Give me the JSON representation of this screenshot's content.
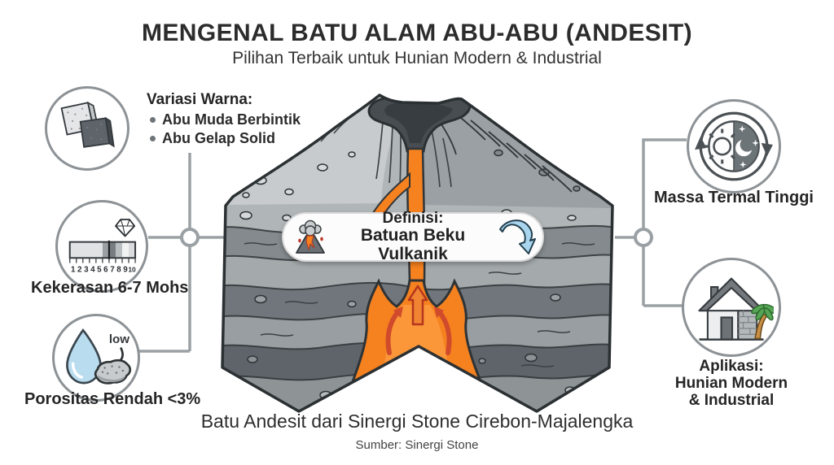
{
  "header": {
    "title": "MENGENAL BATU ALAM ABU-ABU (ANDESIT)",
    "subtitle": "Pilihan Terbaik untuk Hunian Modern & Industrial"
  },
  "callouts": {
    "color_variation": {
      "heading": "Variasi Warna:",
      "items": [
        "Abu Muda Berbintik",
        "Abu Gelap Solid"
      ]
    },
    "hardness": {
      "label": "Kekerasan 6-7 Mohs",
      "scale": [
        "1",
        "2",
        "3",
        "4",
        "5",
        "6",
        "7",
        "8",
        "9",
        "10"
      ]
    },
    "porosity": {
      "label": "Porositas Rendah <3%",
      "tag": "low"
    },
    "thermal": {
      "label": "Massa Termal Tinggi"
    },
    "application": {
      "line1": "Aplikasi:",
      "line2": "Hunian Modern",
      "line3": "& Industrial"
    }
  },
  "definition": {
    "heading": "Definisi:",
    "text": "Batuan Beku Vulkanik"
  },
  "footer": {
    "caption": "Batu Andesit dari Sinergi Stone Cirebon-Majalengka",
    "source": "Sumber: Sinergi Stone"
  },
  "colors": {
    "lava_orange": "#f5811f",
    "magma_arrow_red": "#d04a2c",
    "guide_arrow_blue": "#a9d5ee",
    "stone_gray": "#b0b5b8",
    "connector_gray": "#9aa0a3",
    "water_blue": "#b9dcee"
  }
}
